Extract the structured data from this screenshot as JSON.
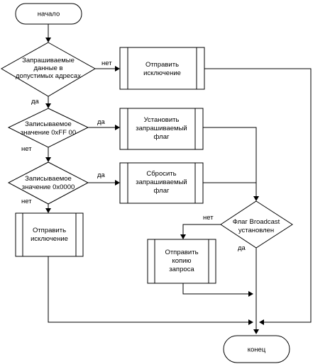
{
  "flowchart": {
    "start": "начало",
    "end": "конец",
    "decision_address": [
      "Запрашиваемые",
      "данные в",
      "допустимых адресах"
    ],
    "decision_ff00": [
      "Записываемое",
      "значение 0xFF 00"
    ],
    "decision_0000": [
      "Записываемое",
      "значение 0x0000"
    ],
    "decision_broadcast": [
      "Флаг Broadcast",
      "установлен"
    ],
    "process_exception_1": [
      "Отправить",
      "исключение"
    ],
    "process_set_flag": [
      "Установить",
      "запрашиваемый",
      "флаг"
    ],
    "process_reset_flag": [
      "Сбросить",
      "запрашиваемый",
      "флаг"
    ],
    "process_exception_2": [
      "Отправить",
      "исключение"
    ],
    "process_send_copy": [
      "Отправить",
      "копию",
      "запроса"
    ],
    "labels": {
      "address_no": "нет",
      "address_yes": "да",
      "ff00_yes": "да",
      "ff00_no": "нет",
      "x0000_yes": "да",
      "x0000_no": "нет",
      "broadcast_no": "нет",
      "broadcast_yes": "да"
    }
  }
}
